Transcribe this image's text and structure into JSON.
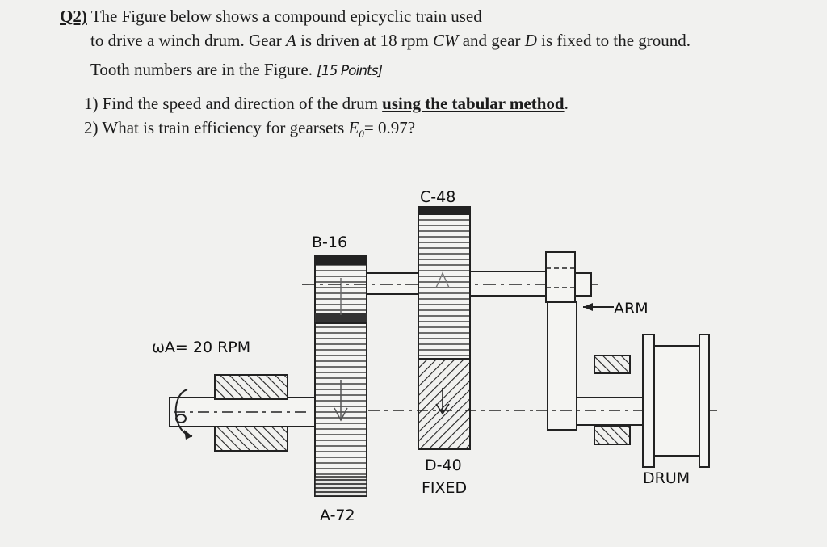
{
  "question": {
    "number": "Q2)",
    "line1": "The Figure below shows a compound epicyclic train used",
    "line2_a": "to drive a winch drum. Gear ",
    "line2_gear_a": "A",
    "line2_b": " is driven at 18 rpm ",
    "line2_cw": "CW",
    "line2_c": " and gear ",
    "line2_gear_d": "D",
    "line2_d": " is fixed to the ground.",
    "line3": "Tooth numbers are in the Figure.",
    "points": "[15 Points]"
  },
  "tasks": [
    {
      "num": "1)",
      "text": "Find the speed and direction of the drum ",
      "emphasis": "using the tabular method",
      "end": "."
    },
    {
      "num": "2)",
      "text": "What is train efficiency for gearsets ",
      "var": "E",
      "sub": "0",
      "end": "= 0.97?"
    }
  ],
  "figure": {
    "label_c": "C-48",
    "label_b": "B-16",
    "label_arm": "ARM",
    "label_wa": "ωA= 20 RPM",
    "label_d1": "D-40",
    "label_d2": "FIXED",
    "label_drum": "DRUM",
    "label_a": "A-72"
  }
}
